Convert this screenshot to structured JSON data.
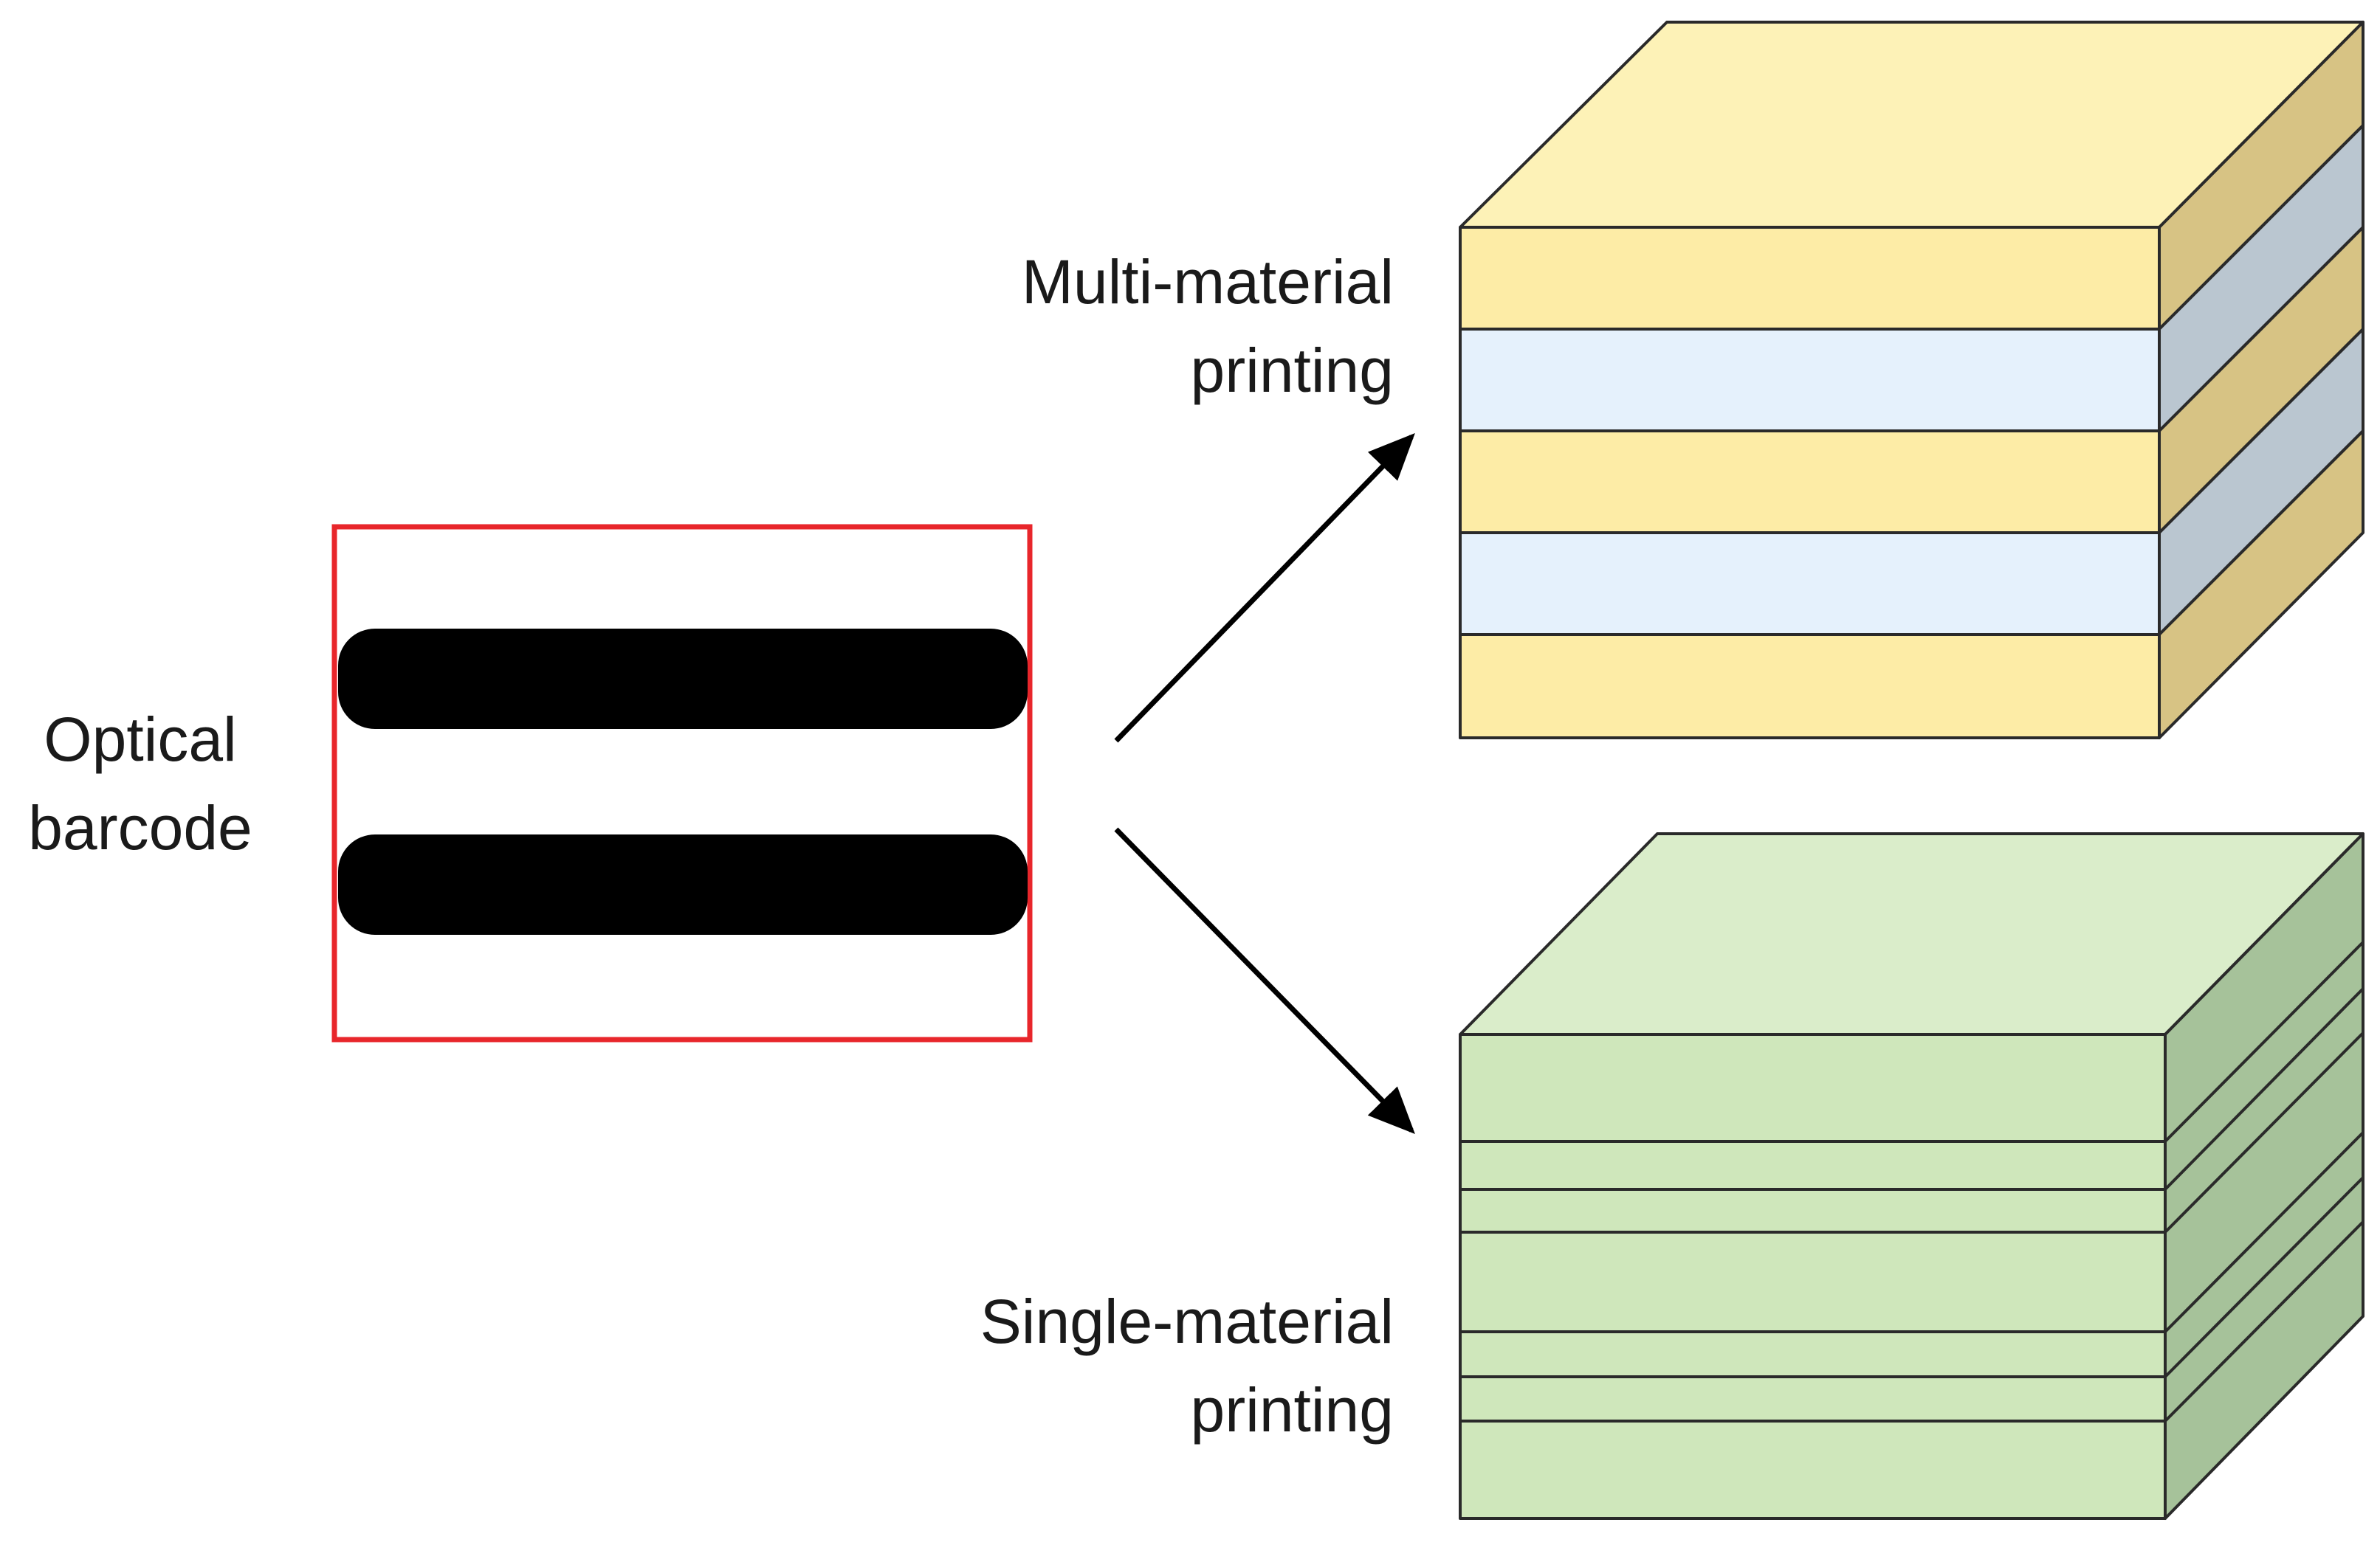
{
  "labels": {
    "barcode_line1": "Optical",
    "barcode_line2": "barcode",
    "multi_line1": "Multi-material",
    "multi_line2": "printing",
    "single_line1": "Single-material",
    "single_line2": "printing"
  },
  "barcode": {
    "bar_count": 2,
    "frame_color": "#e8262b",
    "bar_color": "#000000"
  },
  "multi_material_block": {
    "colors": {
      "layer_a": "#fdeca6",
      "layer_b": "#e5f1fc",
      "top": "#fdf2b7",
      "side_a": "#d7c384",
      "side_b": "#bac6d0",
      "edge": "#2a2a2a"
    },
    "layer_count": 5,
    "layer_pattern": [
      "a",
      "b",
      "a",
      "b",
      "a"
    ]
  },
  "single_material_block": {
    "colors": {
      "face": "#cfe7bb",
      "top": "#daedca",
      "side": "#a6c29a",
      "edge": "#2a2a2a"
    },
    "layer_count": 7
  },
  "arrow_color": "#000000"
}
